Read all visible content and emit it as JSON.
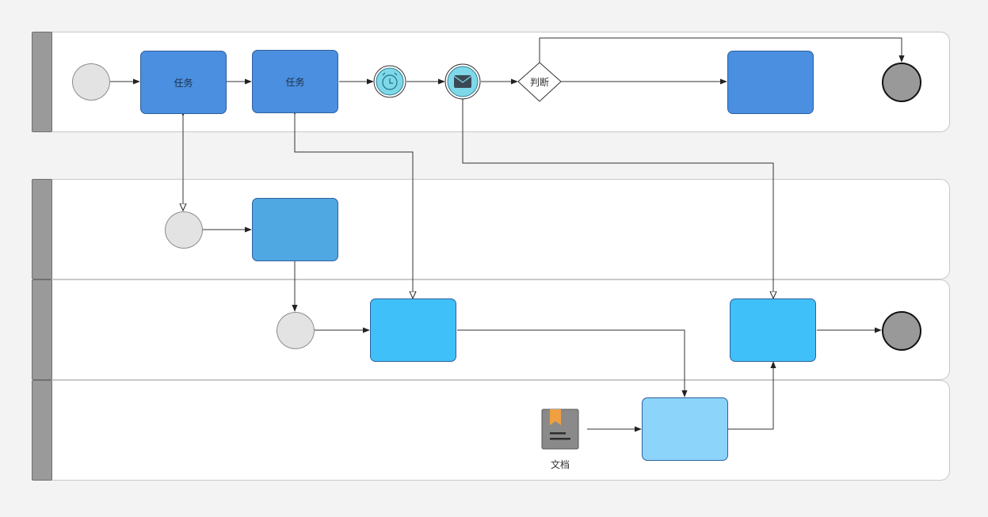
{
  "colors": {
    "canvas_bg": "#f3f3f3",
    "lane_body": "#ffffff",
    "lane_header": "#9a9a9a",
    "task_dark_blue": "#4a8fe0",
    "task_mid_blue": "#4fa8e2",
    "task_bright_blue": "#40c0f8",
    "task_light_blue": "#8cd4fa",
    "event_start": "#e3e3e3",
    "event_end": "#999999",
    "intermediate_event": "#7fd8e8",
    "document_body": "#8a8a8a",
    "document_bookmark": "#f0a040",
    "connector": "#333333"
  },
  "lanes": [
    {
      "id": "lane-1",
      "label": ""
    },
    {
      "id": "lane-2",
      "label": ""
    },
    {
      "id": "lane-3",
      "label": ""
    },
    {
      "id": "lane-4",
      "label": ""
    }
  ],
  "tasks": {
    "task_1": {
      "label": "任务"
    },
    "task_2": {
      "label": "任务"
    },
    "task_3": {
      "label": ""
    },
    "task_4": {
      "label": ""
    },
    "task_5": {
      "label": ""
    },
    "task_6": {
      "label": ""
    },
    "task_7": {
      "label": ""
    }
  },
  "gateway": {
    "label": "判断"
  },
  "document": {
    "label": "文档",
    "icon": "document-icon"
  },
  "events": {
    "timer": {
      "icon": "alarm-clock-icon"
    },
    "message": {
      "icon": "envelope-icon"
    }
  }
}
